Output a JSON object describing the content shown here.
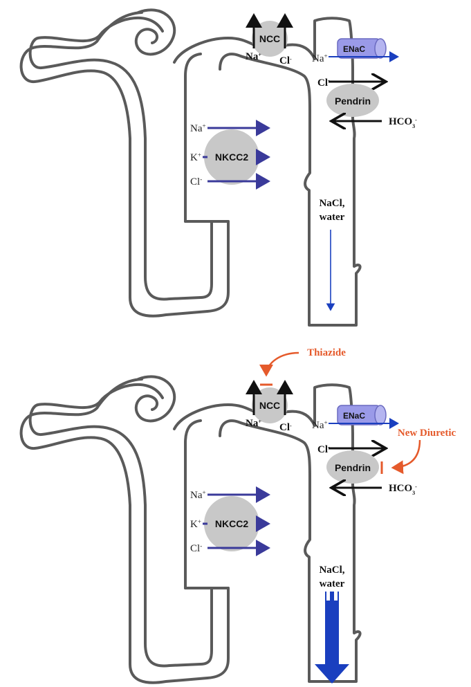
{
  "panels": [
    {
      "ncc": "NCC",
      "na_ncc": "Na",
      "na_ncc_sup": "+",
      "cl_ncc": "Cl",
      "cl_ncc_sup": "-",
      "enac": "ENaC",
      "na_enac": "Na",
      "na_enac_sup": "+",
      "cl_pendrin": "Cl",
      "cl_pendrin_sup": "-",
      "pendrin": "Pendrin",
      "hco3": "HCO",
      "hco3_sub": "3",
      "hco3_sup": "-",
      "nkcc2": "NKCC2",
      "na_nkcc": "Na",
      "na_nkcc_sup": "+",
      "k_nkcc": "K",
      "k_nkcc_sup": "+",
      "cl_nkcc": "Cl",
      "cl_nkcc_sup": "-",
      "flow_line1": "NaCl,",
      "flow_line2": "water"
    },
    {
      "ncc": "NCC",
      "na_ncc": "Na",
      "na_ncc_sup": "+",
      "cl_ncc": "Cl",
      "cl_ncc_sup": "-",
      "enac": "ENaC",
      "na_enac": "Na",
      "na_enac_sup": "+",
      "cl_pendrin": "Cl",
      "cl_pendrin_sup": "-",
      "pendrin": "Pendrin",
      "hco3": "HCO",
      "hco3_sub": "3",
      "hco3_sup": "-",
      "nkcc2": "NKCC2",
      "na_nkcc": "Na",
      "na_nkcc_sup": "+",
      "k_nkcc": "K",
      "k_nkcc_sup": "+",
      "cl_nkcc": "Cl",
      "cl_nkcc_sup": "-",
      "flow_line1": "NaCl,",
      "flow_line2": "water",
      "thiazide": "Thiazide",
      "new_diuretic": "New Diuretic"
    }
  ],
  "colors": {
    "tubule_stroke": "#5a5a5a",
    "transporter_fill": "#c8c8c8",
    "enac_fill": "#9a9ae8",
    "nkcc_arrow": "#3a3a9a",
    "flow_arrow": "#1a3fbf",
    "inhibitor": "#e55a2b"
  }
}
